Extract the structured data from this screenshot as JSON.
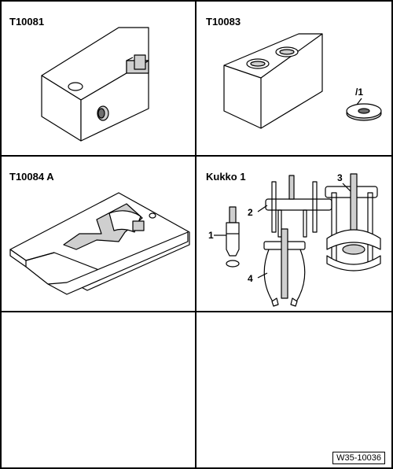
{
  "tools": [
    {
      "id": "t10081",
      "title": "T10081"
    },
    {
      "id": "t10083",
      "title": "T10083",
      "callouts": [
        "/1"
      ]
    },
    {
      "id": "t10084a",
      "title": "T10084 A"
    },
    {
      "id": "kukko1",
      "title": "Kukko 1",
      "callouts": [
        "1",
        "2",
        "3",
        "4"
      ]
    }
  ],
  "reference": "W35-10036",
  "colors": {
    "line": "#000000",
    "background": "#ffffff",
    "shade": "#cfcfcf"
  }
}
